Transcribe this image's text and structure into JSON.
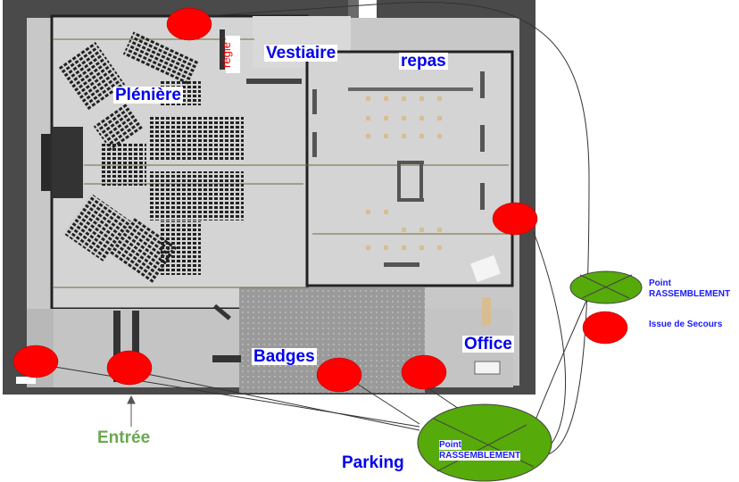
{
  "rooms": {
    "pleniere": "Plénière",
    "regie": "régie",
    "vestiaire": "Vestiaire",
    "repas": "repas",
    "badges": "Badges",
    "office": "Office"
  },
  "outside": {
    "entree": "Entrée",
    "parking": "Parking",
    "assembly_point": [
      "Point",
      "RASSEMBLEMENT"
    ]
  },
  "legend": {
    "assembly_point": [
      "Point",
      "RASSEMBLEMENT"
    ],
    "emergency_exit": "Issue de Secours"
  },
  "colors": {
    "emergency_exit": "#ff0000",
    "assembly_point": "#56aa0a",
    "label_text": "#0000ee",
    "entree_text": "#6aa84f"
  }
}
